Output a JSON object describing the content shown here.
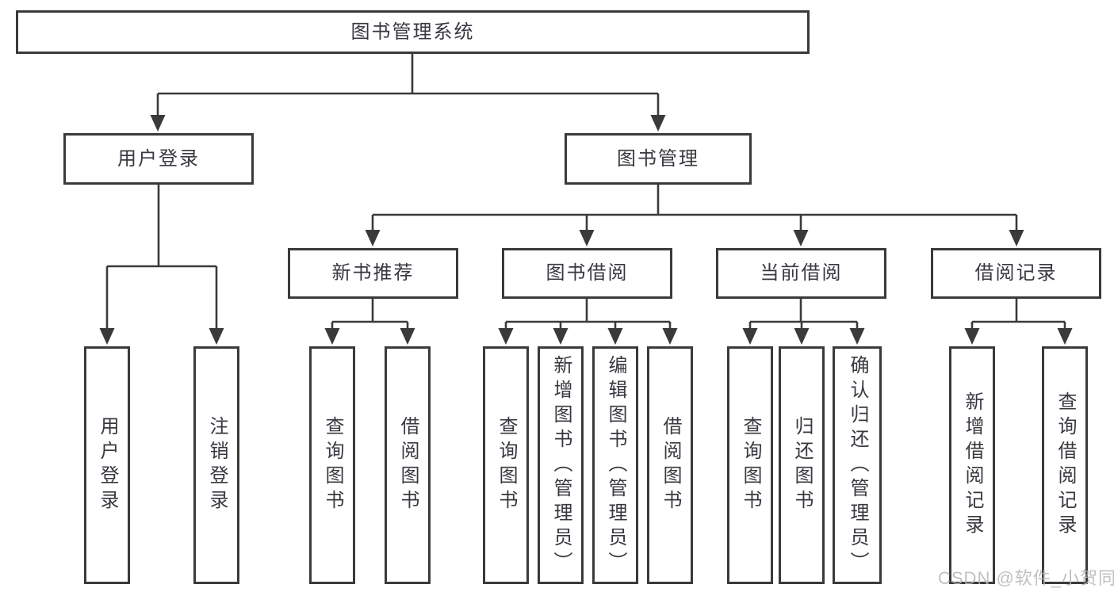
{
  "diagram": {
    "title": "图书管理系统",
    "tree": {
      "label": "图书管理系统",
      "children": [
        {
          "label": "用户登录",
          "children": [
            {
              "label": "用户登录"
            },
            {
              "label": "注销登录"
            }
          ]
        },
        {
          "label": "图书管理",
          "children": [
            {
              "label": "新书推荐",
              "children": [
                {
                  "label": "查询图书"
                },
                {
                  "label": "借阅图书"
                }
              ]
            },
            {
              "label": "图书借阅",
              "children": [
                {
                  "label": "查询图书"
                },
                {
                  "label": "新增图书（管理员）"
                },
                {
                  "label": "编辑图书（管理员）"
                },
                {
                  "label": "借阅图书"
                }
              ]
            },
            {
              "label": "当前借阅",
              "children": [
                {
                  "label": "查询图书"
                },
                {
                  "label": "归还图书"
                },
                {
                  "label": "确认归还（管理员）"
                }
              ]
            },
            {
              "label": "借阅记录",
              "children": [
                {
                  "label": "新增借阅记录"
                },
                {
                  "label": "查询借阅记录"
                }
              ]
            }
          ]
        }
      ]
    }
  },
  "watermark": {
    "text": "CSDN @软件_小贺同学"
  },
  "colors": {
    "line": "#3a3a3a",
    "text": "#383840",
    "background": "#ffffff",
    "watermark": "#b3b6b9"
  }
}
